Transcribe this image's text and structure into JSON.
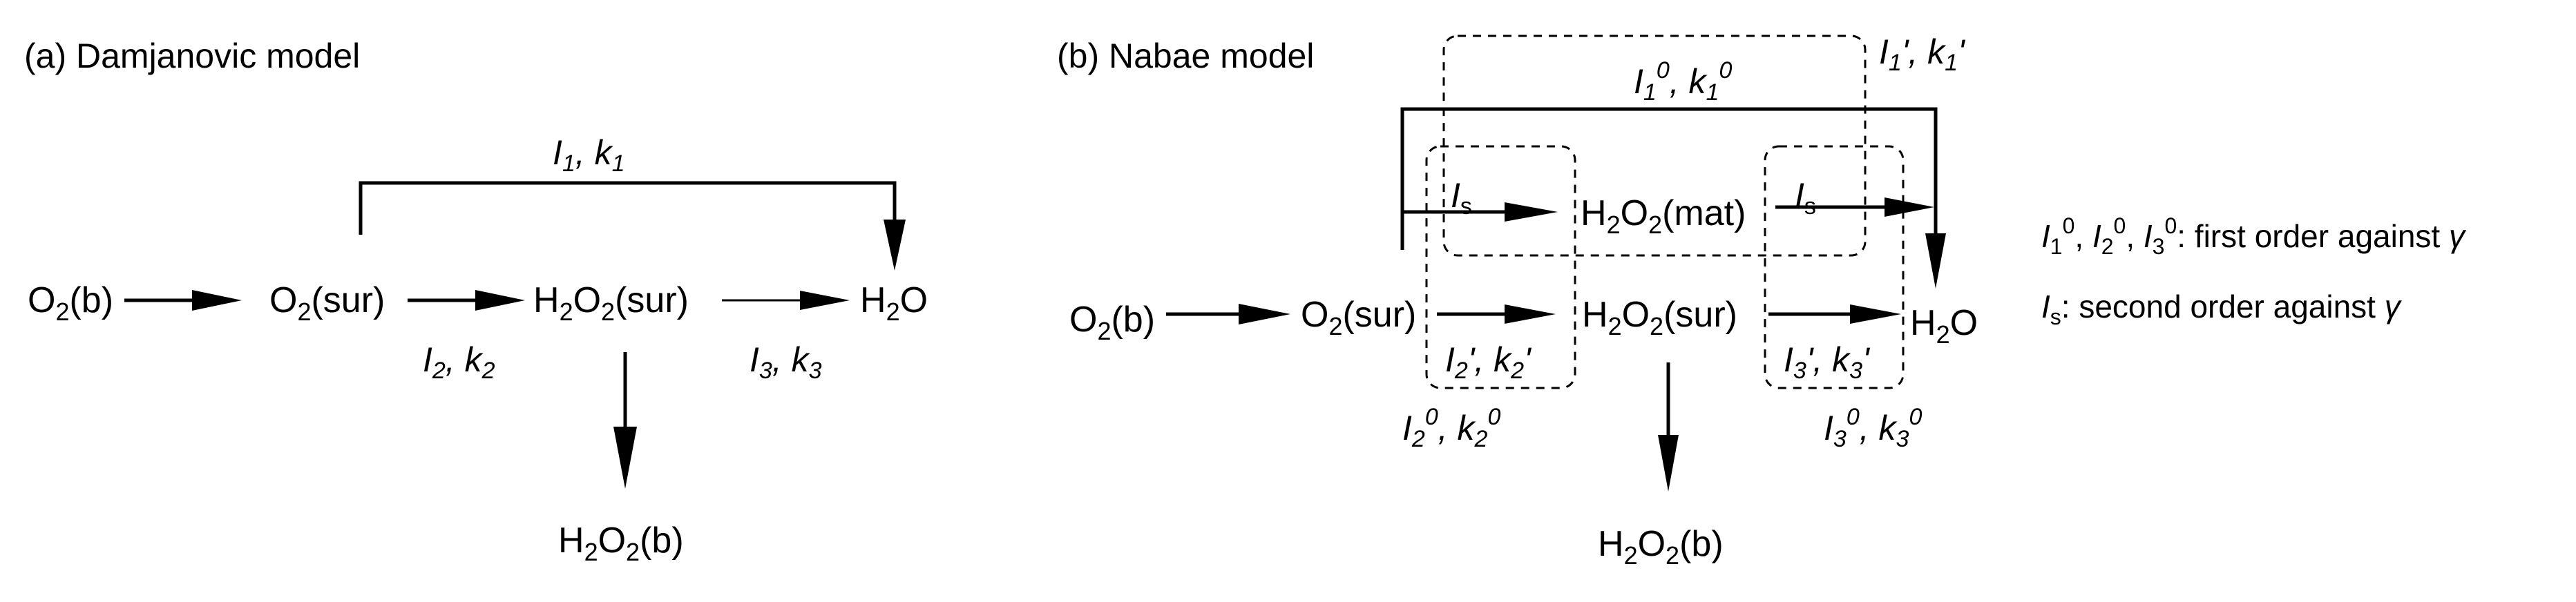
{
  "panel_a": {
    "title": "(a) Damjanovic model",
    "species": {
      "o2_bulk": "O2(b)",
      "o2_surface": "O2(sur)",
      "h2o2_surface": "H2O2(sur)",
      "h2o": "H2O",
      "h2o2_bulk": "H2O2(b)"
    },
    "rates": {
      "r1": "I1, k1",
      "r2": "I2, k2",
      "r3": "I3, k3"
    }
  },
  "panel_b": {
    "title": "(b) Nabae model",
    "species": {
      "o2_bulk": "O2(b)",
      "o2_surface": "O2(sur)",
      "h2o2_mat": "H2O2(mat)",
      "h2o2_surface": "H2O2(sur)",
      "h2o": "H2O",
      "h2o2_bulk": "H2O2(b)"
    },
    "rates": {
      "r1_zero": "I10, k10",
      "r1_prime": "I1', k1'",
      "is_left": "Is",
      "is_right": "Is",
      "r2_prime": "I2', k2'",
      "r3_prime": "I3', k3'",
      "r2_zero": "I20, k20",
      "r3_zero": "I30, k30"
    }
  },
  "notes": {
    "first_order": "I10, I20, I30: first order against γ",
    "second_order": "Is: second order against γ"
  }
}
